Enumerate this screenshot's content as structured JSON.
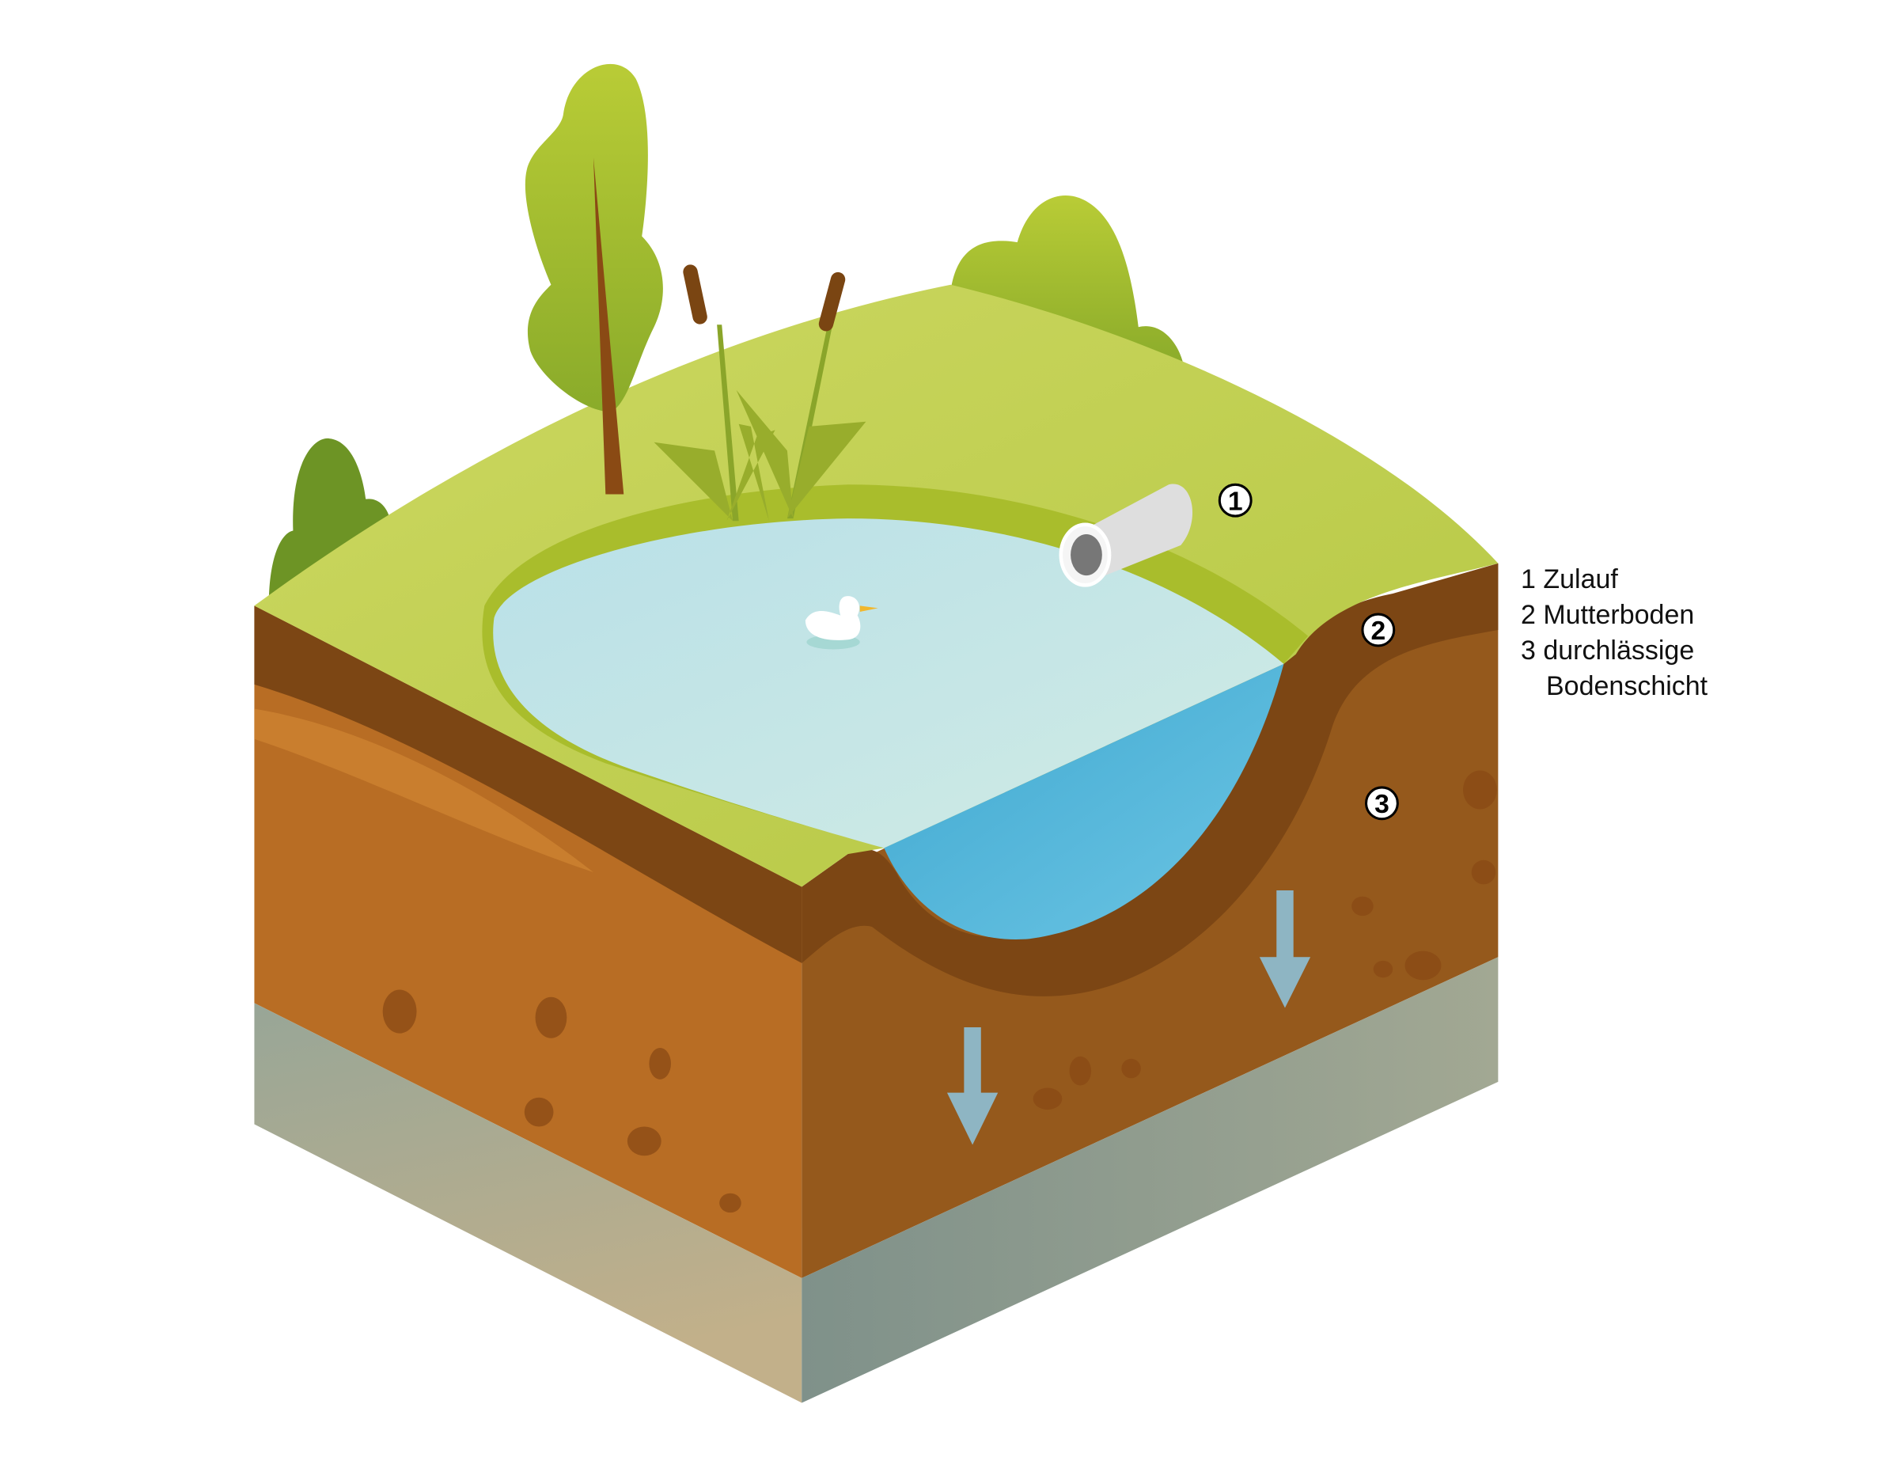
{
  "diagram": {
    "markers": [
      {
        "number": "1",
        "label": "Zulauf"
      },
      {
        "number": "2",
        "label": "Mutterboden"
      },
      {
        "number": "3",
        "label": "durchlässige",
        "label_cont": "Bodenschicht"
      }
    ],
    "legend": {
      "line1": "1 Zulauf",
      "line2": "2 Mutterboden",
      "line3": "3 durchlässige",
      "line4": "Bodenschicht"
    },
    "colors": {
      "grass": "#c3d050",
      "topsoil": "#7a4512",
      "subsoil": "#b26a22",
      "bedrock": "#9aa593",
      "water": "#c3e4e6",
      "water_section": "#4ab0d6"
    }
  }
}
